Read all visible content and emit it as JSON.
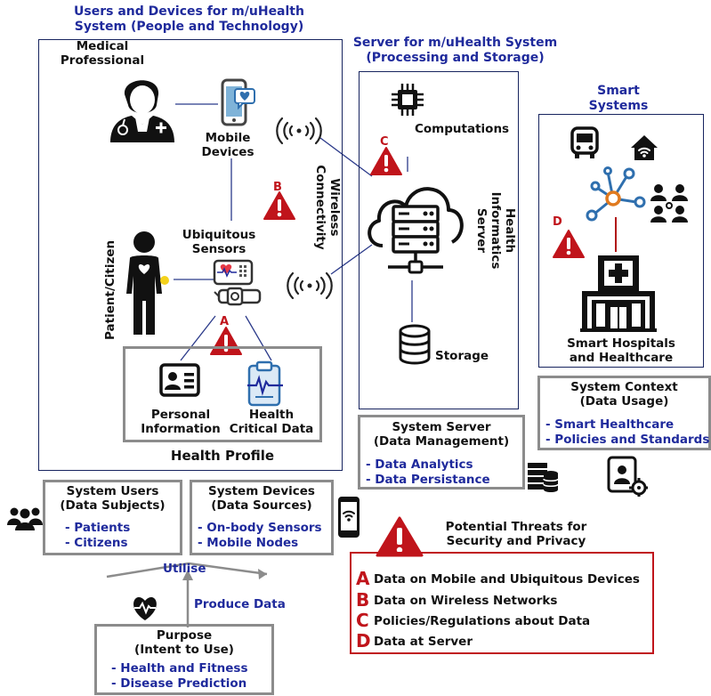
{
  "people_tech": {
    "header_line1": "Users and Devices for m/uHealth",
    "header_line2": "System (People and Technology)",
    "medical_professional_line1": "Medical",
    "medical_professional_line2": "Professional",
    "mobile_devices_line1": "Mobile",
    "mobile_devices_line2": "Devices",
    "wireless_label": "Wireless",
    "connectivity_label": "Connectivity",
    "ubiquitous_line1": "Ubiquitous",
    "ubiquitous_line2": "Sensors",
    "patient_label": "Patient/Citizen",
    "personal_info_line1": "Personal",
    "personal_info_line2": "Information",
    "health_data_line1": "Health",
    "health_data_line2": "Critical Data",
    "health_profile": "Health Profile"
  },
  "server": {
    "header_line1": "Server for m/uHealth System",
    "header_line2": "(Processing and Storage)",
    "computations": "Computations",
    "health_line1": "Health",
    "health_line2": "Informatics",
    "health_line3": "Server",
    "storage": "Storage"
  },
  "smart": {
    "header_line1": "Smart",
    "header_line2": "Systems",
    "hospitals_line1": "Smart Hospitals",
    "hospitals_line2": "and Healthcare"
  },
  "threat_markers": {
    "a": "A",
    "b": "B",
    "c": "C",
    "d": "D"
  },
  "system_context": {
    "title": "System Context",
    "subtitle": "(Data Usage)",
    "items": [
      "- Smart Healthcare",
      "- Policies and Standards"
    ]
  },
  "system_server": {
    "title": "System Server",
    "subtitle": "(Data Management)",
    "items": [
      "- Data Analytics",
      "- Data Persistance"
    ]
  },
  "system_users": {
    "title": "System Users",
    "subtitle": "(Data Subjects)",
    "items": [
      "- Patients",
      "- Citizens"
    ]
  },
  "system_devices": {
    "title": "System Devices",
    "subtitle": "(Data Sources)",
    "items": [
      "- On-body Sensors",
      "- Mobile Nodes"
    ]
  },
  "flow": {
    "utilise": "Utilise",
    "produce": "Produce Data"
  },
  "purpose": {
    "title": "Purpose",
    "subtitle": "(Intent to Use)",
    "items": [
      "- Health and Fitness",
      "- Disease Prediction"
    ]
  },
  "threats": {
    "title_line1": "Potential Threats for",
    "title_line2": "Security and Privacy",
    "list": [
      {
        "letter": "A",
        "text": "Data on Mobile and Ubiquitous Devices"
      },
      {
        "letter": "B",
        "text": "Data on Wireless Networks"
      },
      {
        "letter": "C",
        "text": "Policies/Regulations about Data"
      },
      {
        "letter": "D",
        "text": "Data at Server"
      }
    ]
  },
  "colors": {
    "navy": "#17245f",
    "blue_text": "#1f2a9c",
    "threat_red": "#c0141b",
    "box_gray": "#8c8c8c"
  },
  "icons": [
    "doctor-icon",
    "smartphone-icon",
    "wireless-signal-icon",
    "warning-icon",
    "patient-icon",
    "sensor-device-icon",
    "id-card-icon",
    "clipboard-ecg-icon",
    "cpu-chip-icon",
    "cloud-server-icon",
    "database-icon",
    "bus-icon",
    "smart-home-icon",
    "network-nodes-icon",
    "people-network-icon",
    "hospital-icon",
    "server-stack-icon",
    "user-settings-icon",
    "group-icon",
    "phone-wifi-icon",
    "heart-pulse-icon"
  ]
}
